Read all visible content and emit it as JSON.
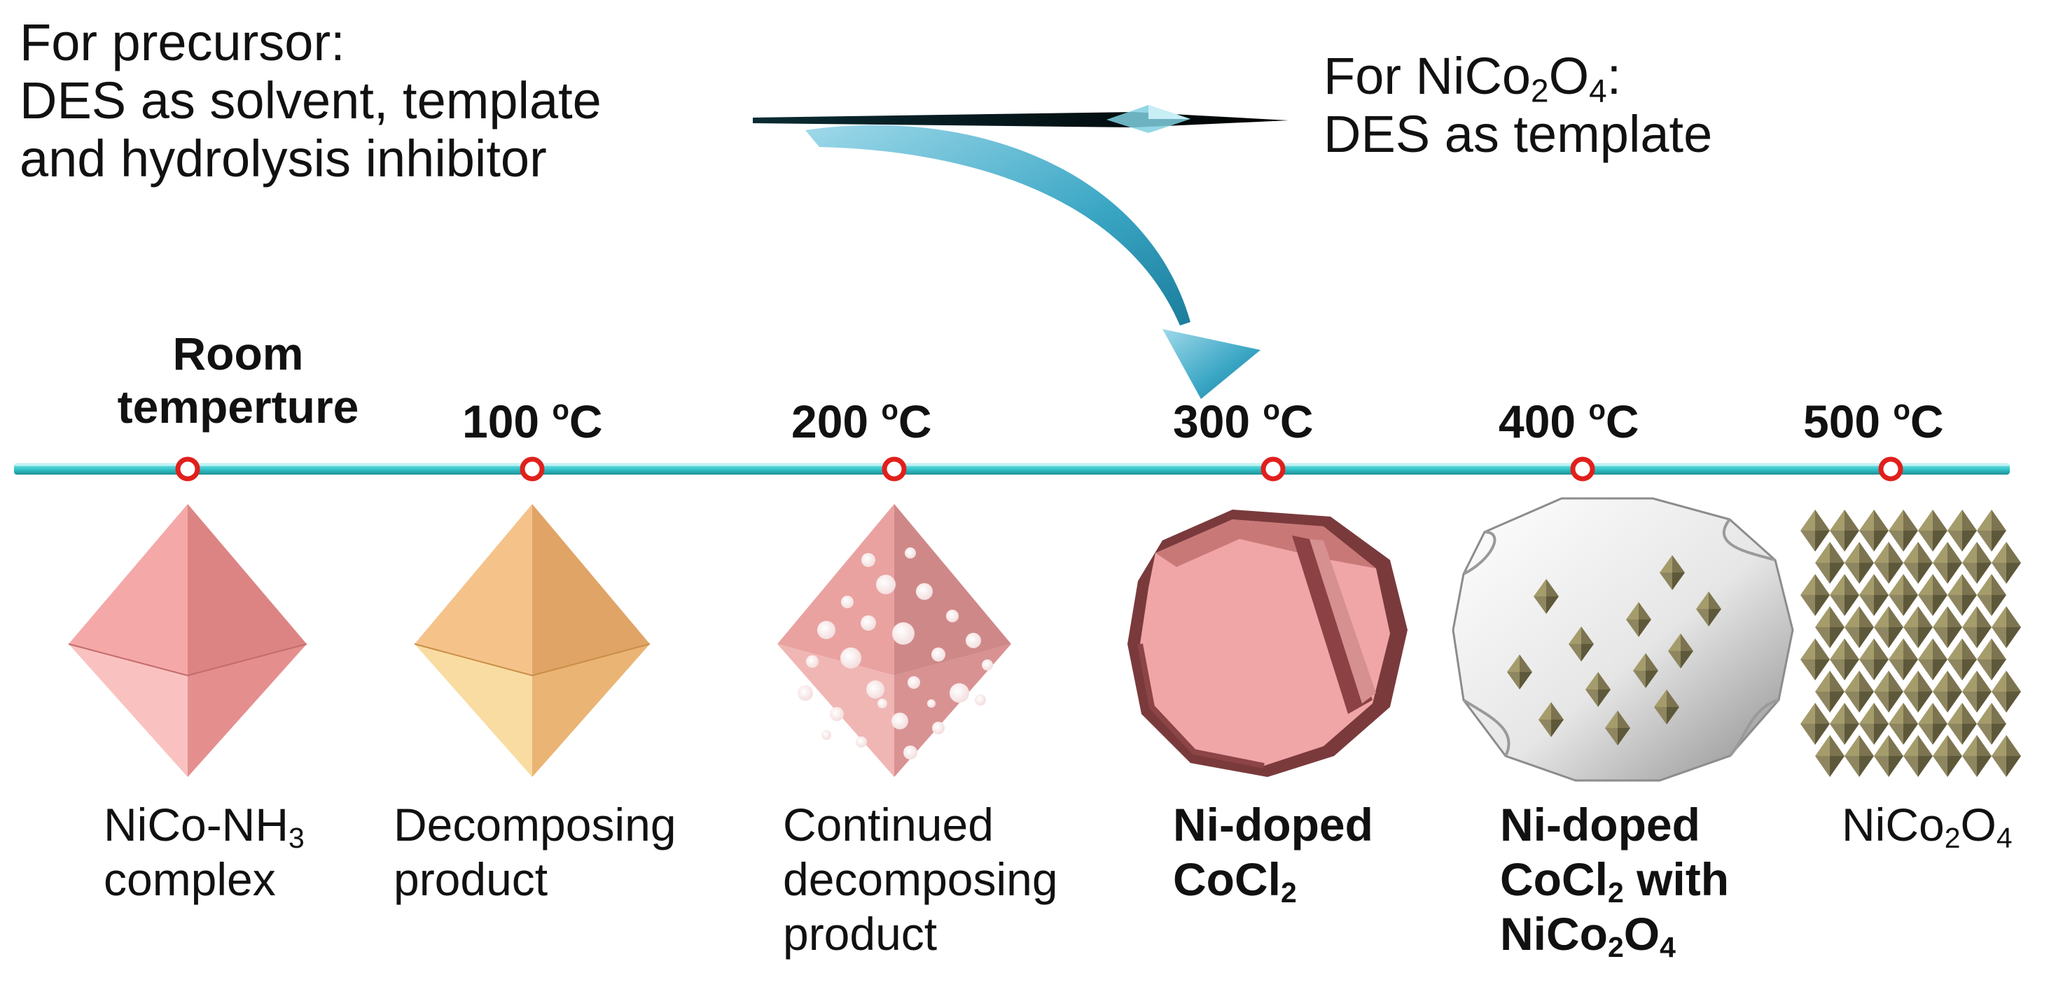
{
  "header": {
    "precursor_lines": [
      "For precursor:",
      "DES as solvent, template",
      "and hydrolysis inhibitor"
    ],
    "nico_prefix": "For NiCo",
    "nico_sub1": "2",
    "nico_mid": "O",
    "nico_sub2": "4",
    "nico_suffix": ":",
    "nico_line2": "DES as template"
  },
  "timeline": {
    "stages": [
      {
        "temp_line1": "Room",
        "temp_line2": "temperture",
        "label_lines": [
          "NiCo-NH",
          "complex"
        ],
        "label_sub": "3",
        "label_bold": false
      },
      {
        "temp_value": "100 ",
        "temp_sup": "o",
        "temp_unit": "C",
        "label_lines": [
          "Decomposing",
          "product"
        ],
        "label_bold": false
      },
      {
        "temp_value": "200 ",
        "temp_sup": "o",
        "temp_unit": "C",
        "label_lines": [
          "Continued",
          "decomposing",
          "product"
        ],
        "label_bold": false
      },
      {
        "temp_value": "300 ",
        "temp_sup": "o",
        "temp_unit": "C",
        "label_lines": [
          "Ni-doped",
          "CoCl"
        ],
        "label_sub": "2",
        "label_bold": true
      },
      {
        "temp_value": "400 ",
        "temp_sup": "o",
        "temp_unit": "C",
        "label_lines": [
          "Ni-doped",
          "CoCl",
          " with",
          "NiCo",
          "O"
        ],
        "label_sub": "2",
        "label_bold": true
      },
      {
        "temp_value": "500 ",
        "temp_sup": "o",
        "temp_unit": "C",
        "label_lines": [
          "NiCo",
          "O"
        ],
        "label_sub": "2",
        "label_sub2": "4",
        "label_bold": false
      }
    ]
  },
  "colors": {
    "timeline": "#35c6cc",
    "marker": "#e0201c",
    "arrow": "#3aa6c4",
    "pink_octahedron": "#f2a0a0",
    "orange_octahedron": "#f4c080",
    "cocl2": "#f0a6a6",
    "nico2o4_crystal": "#807a56"
  }
}
